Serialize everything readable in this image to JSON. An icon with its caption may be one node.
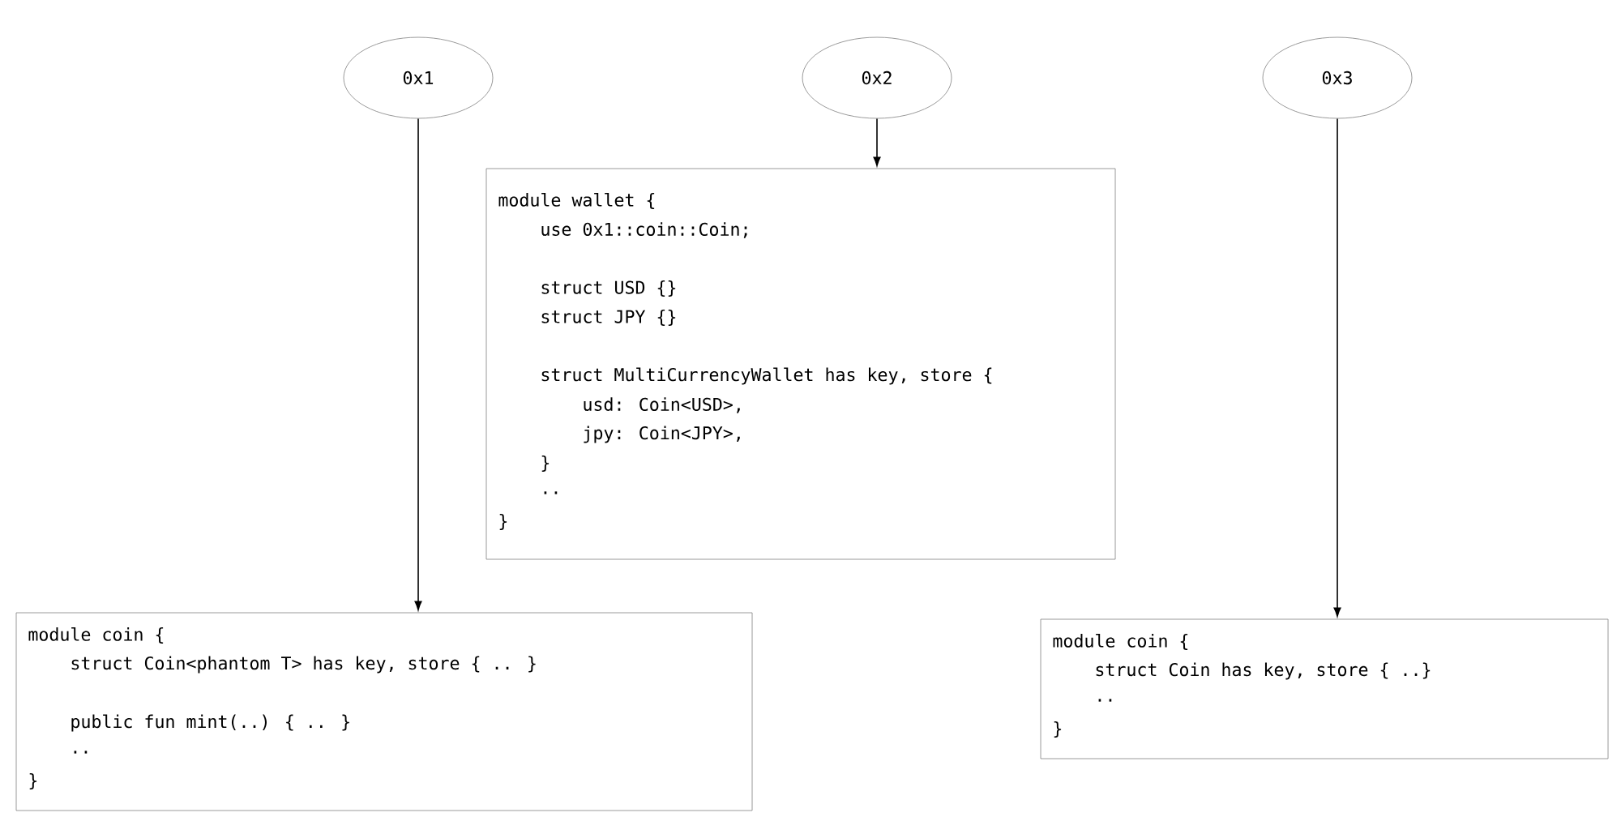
{
  "diagram": {
    "nodes": [
      {
        "text": [
          "0x1"
        ]
      },
      {
        "text": [
          "0x2"
        ]
      },
      {
        "text": [
          "0x3"
        ]
      },
      {
        "text": [
          "module wallet {",
          "use 0x1::coin::Coin;",
          "struct USD {}",
          "struct JPY {}",
          "struct MultiCurrencyWallet has key, store {",
          "usd: Coin<USD>,",
          "jpy: Coin<JPY>,",
          "}",
          "..",
          "}"
        ]
      },
      {
        "text": [
          "module coin {",
          "struct Coin<phantom T> has key, store { .. }",
          "public fun mint(..) { .. }",
          "..",
          "}"
        ]
      },
      {
        "text": [
          "module coin {",
          "struct Coin has key, store { ..}",
          "..",
          "}"
        ]
      }
    ],
    "edges": [
      {
        "from": 0,
        "to": 4,
        "arrow": "to"
      },
      {
        "from": 1,
        "to": 3,
        "arrow": "to"
      },
      {
        "from": 2,
        "to": 5,
        "arrow": "to"
      }
    ]
  }
}
